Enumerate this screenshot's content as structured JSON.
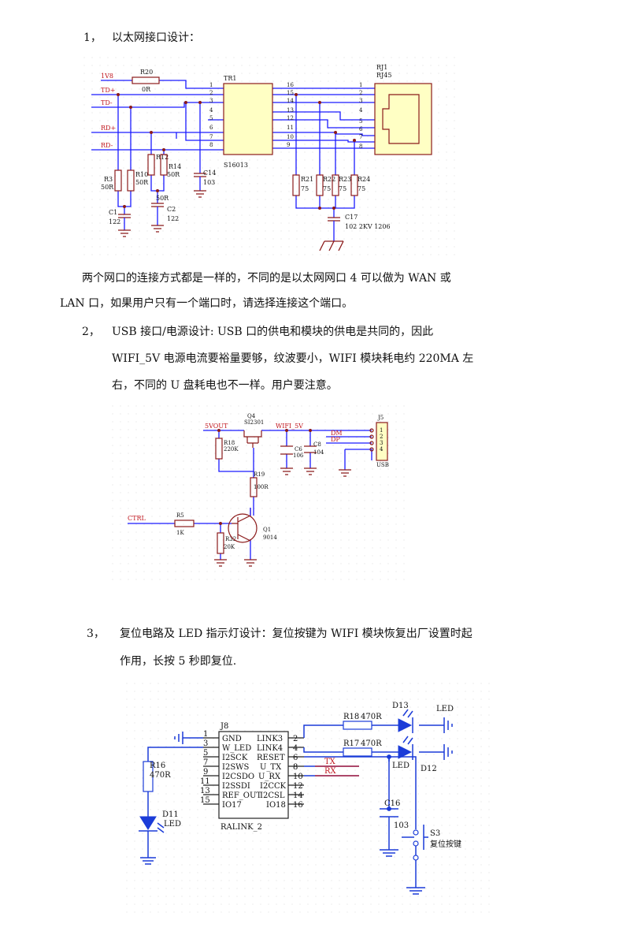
{
  "sections": [
    {
      "number": "1，",
      "title": "以太网接口设计："
    },
    {
      "number": "2，",
      "lines": [
        "USB 接口/电源设计: USB 口的供电和模块的供电是共同的，因此",
        "WIFI_5V 电源电流要裕量要够，纹波要小，WIFI 模块耗电约 220MA 左",
        "右，不同的 U 盘耗电也不一样。用户要注意。"
      ]
    },
    {
      "number": "3，",
      "lines": [
        "复位电路及 LED 指示灯设计：复位按键为 WIFI 模块恢复出厂设置时起",
        "作用，长按 5 秒即复位."
      ]
    }
  ],
  "paragraph1": [
    "两个网口的连接方式都是一样的，不同的是以太网网口 4 可以做为 WAN 或",
    "LAN 口，如果用户只有一个端口时，请选择连接这个端口。"
  ],
  "eth": {
    "nets": [
      "1V8",
      "TD+",
      "TD-",
      "RD+",
      "RD-"
    ],
    "r20": {
      "ref": "R20",
      "val": "0R"
    },
    "tr1": {
      "ref": "TR1",
      "part": "S16013"
    },
    "rj1": {
      "ref": "RJ1",
      "part": "RJ45"
    },
    "left_pins": [
      "1",
      "2",
      "3",
      "4",
      "5",
      "6",
      "7",
      "8"
    ],
    "mid_pins": [
      "16",
      "15",
      "14",
      "13",
      "12",
      "11",
      "10",
      "9"
    ],
    "rj_pins": [
      "1",
      "2",
      "3",
      "4",
      "5",
      "6",
      "7",
      "8"
    ],
    "r3": {
      "ref": "R3",
      "val": "50R"
    },
    "r10": {
      "ref": "R10",
      "val": "50R"
    },
    "r12": {
      "ref": "R12",
      "val": "50R"
    },
    "r14": {
      "ref": "R14",
      "val": "50R"
    },
    "c14": {
      "ref": "C14",
      "val": "103"
    },
    "c1": {
      "ref": "C1",
      "val": "122"
    },
    "c2": {
      "ref": "C2",
      "val": "122"
    },
    "r21": {
      "ref": "R21",
      "val": "75"
    },
    "r22": {
      "ref": "R22",
      "val": "75"
    },
    "r23": {
      "ref": "R23",
      "val": "75"
    },
    "r24": {
      "ref": "R24",
      "val": "75"
    },
    "c17": {
      "ref": "C17",
      "val": "102 2KV 1206"
    }
  },
  "usb": {
    "nets": {
      "vin": "5VOUT",
      "vout": "WIFI_5V",
      "dm": "DM",
      "dp": "DP",
      "ctrl": "CTRL"
    },
    "q4": {
      "ref": "Q4",
      "part": "SI2301"
    },
    "r18": {
      "ref": "R18",
      "val": "220K"
    },
    "r19": {
      "ref": "R19",
      "val": "100R"
    },
    "c6": {
      "ref": "C6",
      "val": "106"
    },
    "c8": {
      "ref": "C8",
      "val": "104"
    },
    "j5": {
      "ref": "J5",
      "part": "USB",
      "pins": [
        "1",
        "2",
        "3",
        "4"
      ]
    },
    "r5": {
      "ref": "R5",
      "val": "1K"
    },
    "r32": {
      "ref": "R32",
      "val": "20K"
    },
    "q1": {
      "ref": "Q1",
      "part": "9014"
    }
  },
  "reset": {
    "j8": {
      "ref": "J8",
      "part": "RALINK_2"
    },
    "left_pins": [
      "1",
      "3",
      "5",
      "7",
      "9",
      "11",
      "13",
      "15"
    ],
    "right_pins": [
      "2",
      "4",
      "6",
      "8",
      "10",
      "12",
      "14",
      "16"
    ],
    "left_names": [
      "GND",
      "W_LED",
      "I2SCK",
      "I2SWS",
      "I2CSDO",
      "I2SSDI",
      "REF_OUT",
      "IO17"
    ],
    "right_names": [
      "LINK3",
      "LINK4",
      "RESET",
      "U_TX",
      "U_RX",
      "I2CCK",
      "I2CSL",
      "IO18"
    ],
    "nets": {
      "tx": "TX",
      "rx": "RX"
    },
    "r18": {
      "ref": "R18",
      "val": "470R"
    },
    "r17": {
      "ref": "R17",
      "val": "470R"
    },
    "d13": {
      "ref": "D13",
      "val": "LED"
    },
    "d12": {
      "ref": "D12",
      "val": "LED"
    },
    "r16": {
      "ref": "R16",
      "val": "470R"
    },
    "d11": {
      "ref": "D11",
      "val": "LED"
    },
    "c16": {
      "ref": "C16",
      "val": "103"
    },
    "s3": {
      "ref": "S3",
      "val": "复位按键"
    }
  }
}
